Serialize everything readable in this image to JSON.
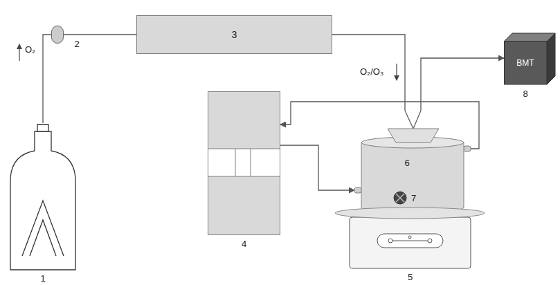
{
  "diagram": {
    "nodes": [
      {
        "text": [
          "1"
        ]
      },
      {
        "text": [
          "2"
        ]
      },
      {
        "text": [
          "3"
        ]
      },
      {
        "text": [
          "4"
        ]
      },
      {
        "text": [
          "6"
        ]
      },
      {
        "text": [
          "5"
        ]
      },
      {
        "text": [
          "BMT",
          "8"
        ]
      }
    ],
    "edges": [
      {
        "from": 0,
        "to": 1,
        "arrow": "none",
        "label": "O₂"
      },
      {
        "from": 1,
        "to": 2,
        "arrow": "none"
      },
      {
        "from": 2,
        "to": 4,
        "arrow": "none",
        "label": "O₂/O₃"
      },
      {
        "from": 4,
        "to": 6,
        "arrow": "to"
      },
      {
        "from": 4,
        "to": 3,
        "arrow": "to"
      },
      {
        "from": 3,
        "to": 4,
        "arrow": "to"
      }
    ],
    "labels": [
      "7"
    ]
  }
}
